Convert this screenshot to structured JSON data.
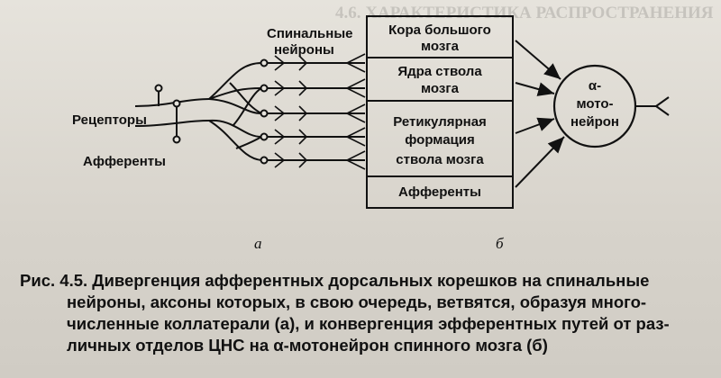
{
  "figure": {
    "part_a": {
      "label": "а",
      "receptors_label": "Рецепторы",
      "afferents_label": "Афференты",
      "spinal_neurons_label": [
        "Спинальные",
        "нейроны"
      ]
    },
    "part_b": {
      "label": "б",
      "boxes": [
        [
          "Кора большого",
          "мозга"
        ],
        [
          "Ядра ствола",
          "мозга"
        ],
        [
          "Ретикулярная",
          "формация",
          "ствола мозга"
        ],
        [
          "Афференты"
        ]
      ],
      "motoneuron_label": [
        "α-",
        "мото-",
        "нейрон"
      ]
    }
  },
  "caption": {
    "lines": [
      "Рис. 4.5. Дивергенция афферентных дорсальных корешков на спинальные",
      "нейроны, аксоны которых, в свою очередь, ветвятся, образуя много-",
      "численные коллатерали (а), и конвергенция эфферентных путей от раз-",
      "личных отделов ЦНС на α-мотонейрон спинного мозга (б)"
    ]
  },
  "background_text": {
    "heading": "4.6. ХАРАКТЕРИСТИКА РАСПРОСТРАНЕНИЯ"
  }
}
